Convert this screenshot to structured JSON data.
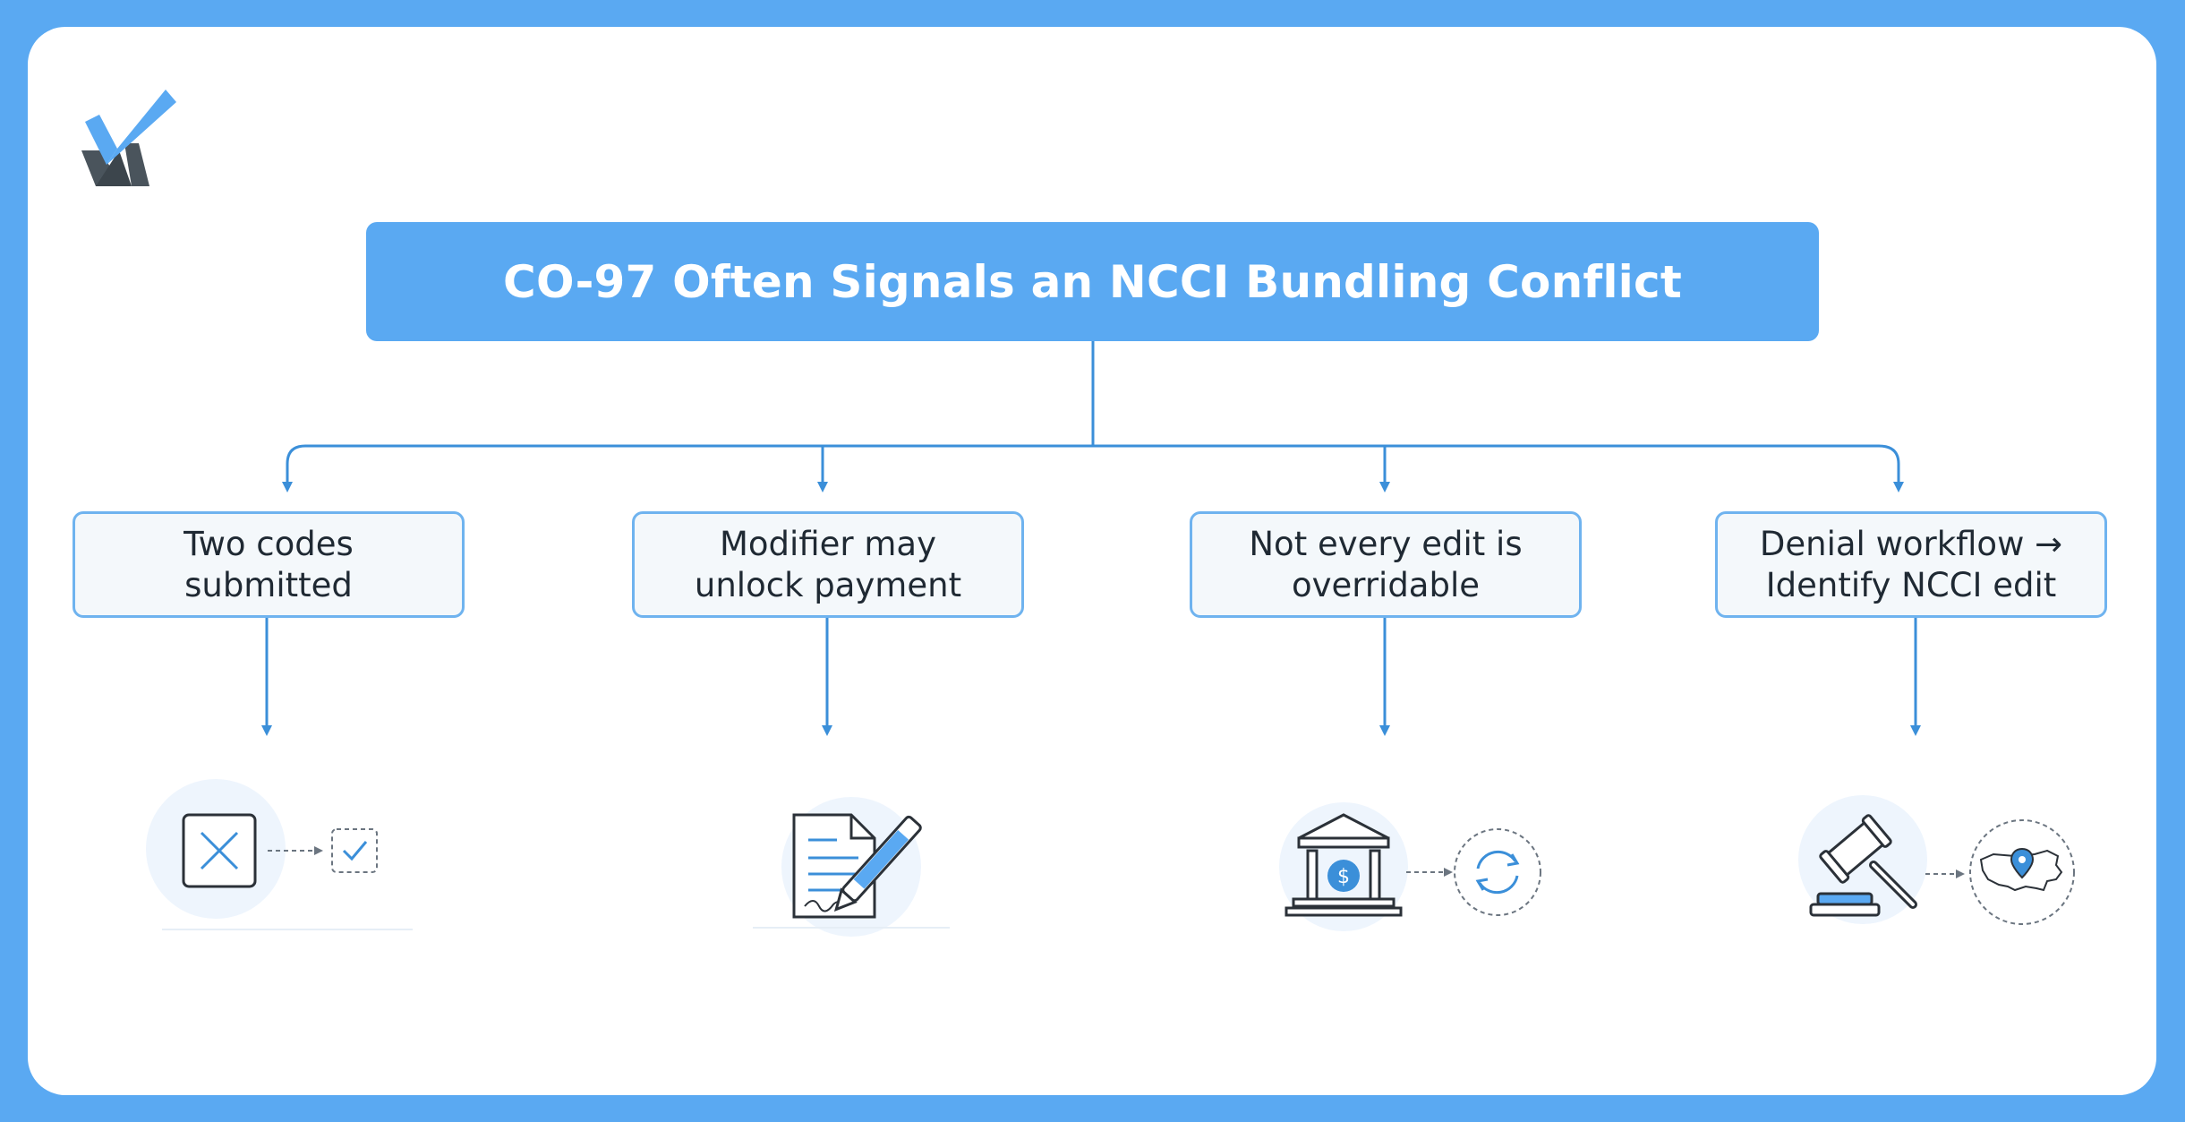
{
  "diagram": {
    "title": "CO-97 Often Signals an NCCI Bundling Conflict",
    "nodes": [
      {
        "label": "Two codes\nsubmitted",
        "illustration": "code-replace-icon"
      },
      {
        "label": "Modifier may\nunlock payment",
        "illustration": "signed-document-icon"
      },
      {
        "label": "Not every edit is\noverridable",
        "illustration": "bank-refresh-icon"
      },
      {
        "label": "Denial workflow →\nIdentify NCCI edit",
        "illustration": "gavel-map-icon"
      }
    ]
  },
  "colors": {
    "brand": "#5aa9f2",
    "connector": "#3b8fd9",
    "node_border": "#6fb3ef",
    "node_fill": "#f4f8fb",
    "text": "#1f2933"
  }
}
